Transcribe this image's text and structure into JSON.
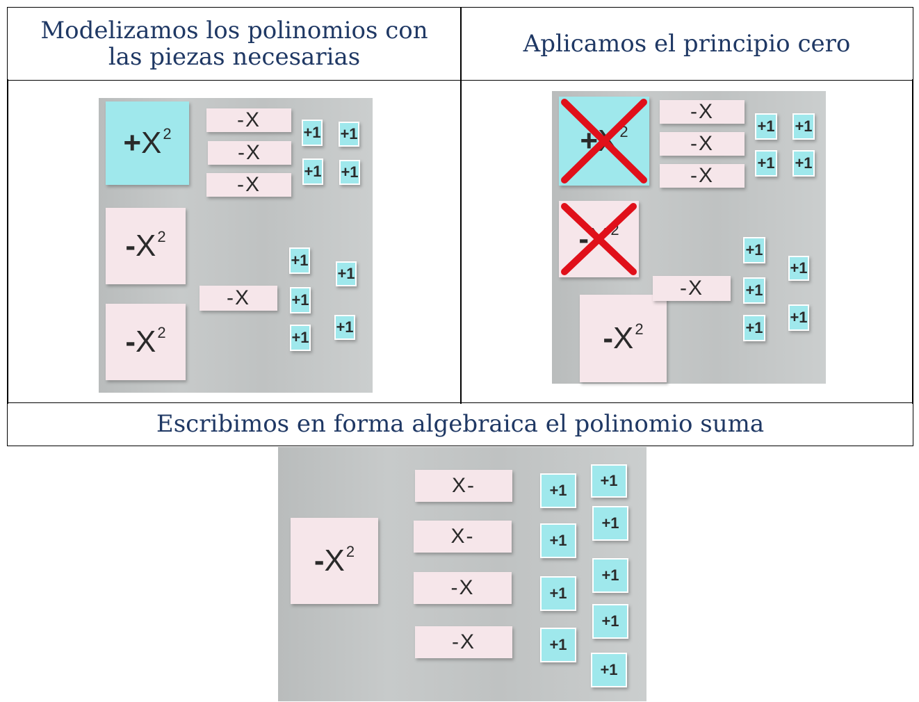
{
  "headers": {
    "col1": "Modelizamos los polinomios con las piezas necesarias",
    "col2": "Aplicamos el principio cero",
    "bottom": "Escribimos en forma algebraica el polinomio suma"
  },
  "colors": {
    "text": "#1f3864",
    "tile_cyan": "#9fe8ec",
    "tile_pink": "#f6e6ea",
    "cross_red": "#e0101a",
    "background": "#c4c7c7"
  },
  "labels": {
    "pos_x2_sign": "+",
    "neg_x2_sign": "-",
    "x": "X",
    "exp": "2",
    "neg_x": "-X",
    "x_neg_rev": "X-",
    "one": "+1"
  },
  "tiles": [
    {
      "photo": "p1",
      "type": "sq",
      "color": "cyan",
      "label": "pos_x2"
    },
    {
      "photo": "p1",
      "type": "rect",
      "color": "pink",
      "label": "neg_x"
    },
    {
      "photo": "p1",
      "type": "rect",
      "color": "pink",
      "label": "neg_x"
    },
    {
      "photo": "p1",
      "type": "rect",
      "color": "pink",
      "label": "neg_x"
    },
    {
      "photo": "p1",
      "type": "unit",
      "color": "cyan",
      "label": "one"
    },
    {
      "photo": "p1",
      "type": "unit",
      "color": "cyan",
      "label": "one"
    },
    {
      "photo": "p1",
      "type": "unit",
      "color": "cyan",
      "label": "one"
    },
    {
      "photo": "p1",
      "type": "unit",
      "color": "cyan",
      "label": "one"
    },
    {
      "photo": "p1",
      "type": "sq",
      "color": "pink",
      "label": "neg_x2"
    },
    {
      "photo": "p1",
      "type": "sq",
      "color": "pink",
      "label": "neg_x2"
    },
    {
      "photo": "p1",
      "type": "rect",
      "color": "pink",
      "label": "neg_x"
    },
    {
      "photo": "p1",
      "type": "unit",
      "color": "cyan",
      "label": "one"
    },
    {
      "photo": "p1",
      "type": "unit",
      "color": "cyan",
      "label": "one"
    },
    {
      "photo": "p1",
      "type": "unit",
      "color": "cyan",
      "label": "one"
    },
    {
      "photo": "p1",
      "type": "unit",
      "color": "cyan",
      "label": "one"
    },
    {
      "photo": "p1",
      "type": "unit",
      "color": "cyan",
      "label": "one"
    },
    {
      "photo": "p2",
      "type": "sq",
      "color": "cyan",
      "label": "pos_x2",
      "crossed": true
    },
    {
      "photo": "p2",
      "type": "rect",
      "color": "pink",
      "label": "neg_x"
    },
    {
      "photo": "p2",
      "type": "rect",
      "color": "pink",
      "label": "neg_x"
    },
    {
      "photo": "p2",
      "type": "rect",
      "color": "pink",
      "label": "neg_x"
    },
    {
      "photo": "p2",
      "type": "unit",
      "color": "cyan",
      "label": "one"
    },
    {
      "photo": "p2",
      "type": "unit",
      "color": "cyan",
      "label": "one"
    },
    {
      "photo": "p2",
      "type": "unit",
      "color": "cyan",
      "label": "one"
    },
    {
      "photo": "p2",
      "type": "unit",
      "color": "cyan",
      "label": "one"
    },
    {
      "photo": "p2",
      "type": "sq",
      "color": "pink",
      "label": "neg_x2",
      "crossed": true
    },
    {
      "photo": "p2",
      "type": "sq",
      "color": "pink",
      "label": "neg_x2"
    },
    {
      "photo": "p2",
      "type": "rect",
      "color": "pink",
      "label": "neg_x"
    },
    {
      "photo": "p2",
      "type": "unit",
      "color": "cyan",
      "label": "one"
    },
    {
      "photo": "p2",
      "type": "unit",
      "color": "cyan",
      "label": "one"
    },
    {
      "photo": "p2",
      "type": "unit",
      "color": "cyan",
      "label": "one"
    },
    {
      "photo": "p2",
      "type": "unit",
      "color": "cyan",
      "label": "one"
    },
    {
      "photo": "p2",
      "type": "unit",
      "color": "cyan",
      "label": "one"
    },
    {
      "photo": "p3",
      "type": "sq",
      "color": "pink",
      "label": "neg_x2"
    },
    {
      "photo": "p3",
      "type": "rect",
      "color": "pink",
      "label": "x_neg_rev"
    },
    {
      "photo": "p3",
      "type": "rect",
      "color": "pink",
      "label": "x_neg_rev"
    },
    {
      "photo": "p3",
      "type": "rect",
      "color": "pink",
      "label": "neg_x"
    },
    {
      "photo": "p3",
      "type": "rect",
      "color": "pink",
      "label": "neg_x"
    },
    {
      "photo": "p3",
      "type": "unit",
      "color": "cyan",
      "label": "one"
    },
    {
      "photo": "p3",
      "type": "unit",
      "color": "cyan",
      "label": "one"
    },
    {
      "photo": "p3",
      "type": "unit",
      "color": "cyan",
      "label": "one"
    },
    {
      "photo": "p3",
      "type": "unit",
      "color": "cyan",
      "label": "one"
    },
    {
      "photo": "p3",
      "type": "unit",
      "color": "cyan",
      "label": "one"
    },
    {
      "photo": "p3",
      "type": "unit",
      "color": "cyan",
      "label": "one"
    },
    {
      "photo": "p3",
      "type": "unit",
      "color": "cyan",
      "label": "one"
    },
    {
      "photo": "p3",
      "type": "unit",
      "color": "cyan",
      "label": "one"
    },
    {
      "photo": "p3",
      "type": "unit",
      "color": "cyan",
      "label": "one"
    }
  ]
}
